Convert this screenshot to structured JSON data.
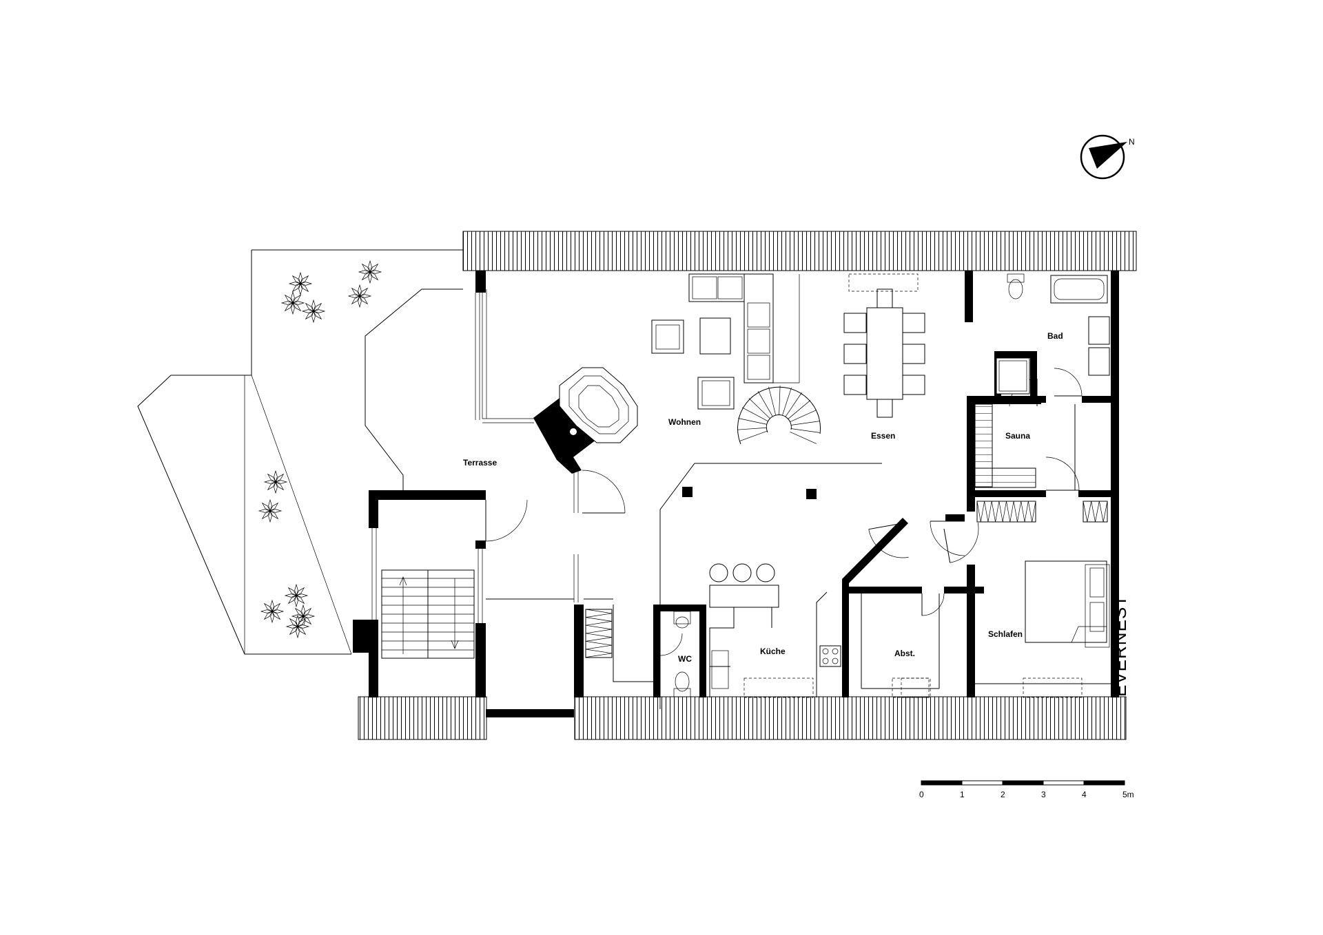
{
  "rooms": {
    "terrasse": "Terrasse",
    "wohnen": "Wohnen",
    "essen": "Essen",
    "bad": "Bad",
    "sauna": "Sauna",
    "kueche": "Küche",
    "wc": "WC",
    "abst": "Abst.",
    "schlafen": "Schlafen"
  },
  "compass": {
    "north_letter": "N",
    "icon": "north-arrow-icon"
  },
  "scale_bar": {
    "ticks": [
      "0",
      "1",
      "2",
      "3",
      "4",
      "5m"
    ]
  },
  "brand": "EVERNEST",
  "colors": {
    "line": "#000000",
    "background": "#ffffff"
  }
}
